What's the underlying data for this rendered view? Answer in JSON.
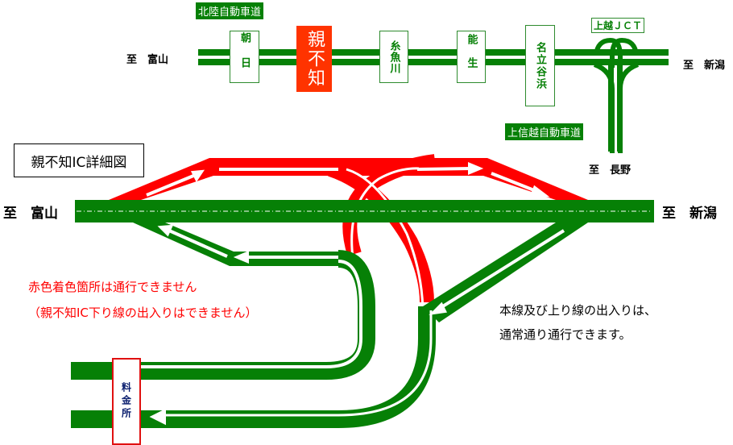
{
  "overview": {
    "highway_name": "北陸自動車道",
    "branch_highway_name": "上信越自動車道",
    "direction_west": "至　富山",
    "direction_east": "至　新潟",
    "direction_south": "至　長野",
    "junction": "上越ＪＣＴ",
    "interchanges": [
      {
        "name": "朝日",
        "closed": false
      },
      {
        "name": "親不知",
        "closed": true
      },
      {
        "name": "糸魚川",
        "closed": false
      },
      {
        "name": "能生",
        "closed": false
      },
      {
        "name": "名立谷浜",
        "closed": false
      }
    ]
  },
  "detail": {
    "title": "親不知IC詳細図",
    "direction_west": "至　富山",
    "direction_east": "至　新潟",
    "toll_booth": "料金所",
    "closed_note_line1": "赤色着色箇所は通行できません",
    "closed_note_line2": "（親不知IC下り線の出入りはできません）",
    "open_note_line1": "本線及び上り線の出入りは、",
    "open_note_line2": "通常通り通行できます。"
  },
  "colors": {
    "open_road": "#068006",
    "closed_road": "#ff0000",
    "closed_ic": "#ff3300"
  }
}
